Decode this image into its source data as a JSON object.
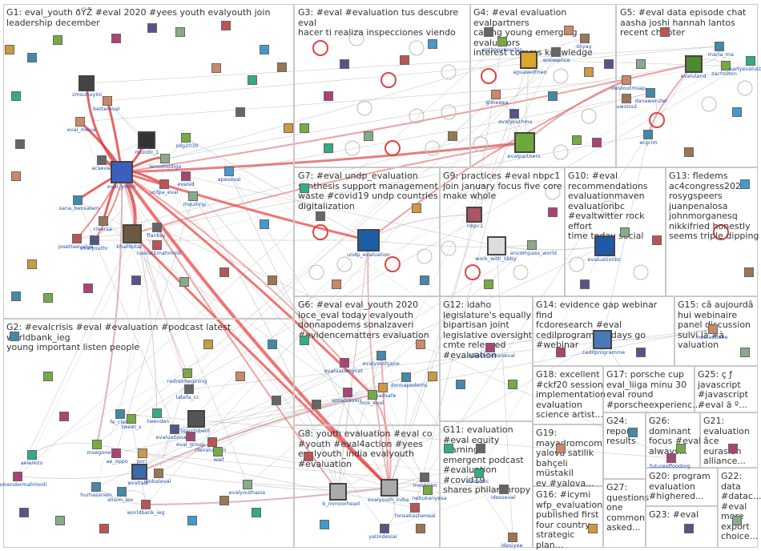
{
  "groups": [
    {
      "id": "g1",
      "label": "G1: eval_youth ðŸŽ #eval 2020 #yees youth evalyouth join\nleadership december"
    },
    {
      "id": "g2",
      "label": "G2: #evalcrisis #eval #evaluation #podcast latest worldbank_ieg\nyoung important listen people"
    },
    {
      "id": "g3",
      "label": "G3: #eval #evaluation tus descubre eval\nhacer ti realiza inspecciones viendo"
    },
    {
      "id": "g4",
      "label": "G4: #eval evaluation evalpartners\ncalling young emerging evaluators\ninterest comms knowledge"
    },
    {
      "id": "g5",
      "label": "G5: #eval data episode chat\naasha joshi hannah lantos\nrecent chapter"
    },
    {
      "id": "g6",
      "label": "G6: #eval eval_youth 2020\nioce_eval today evalyouth\ndonnapodems sonalzaveri\n#evidencematters evaluation"
    },
    {
      "id": "g7",
      "label": "G7: #eval undp_evaluation\nsynthesis support management\nwaste #covid19 undp countries\ndigitalization"
    },
    {
      "id": "g8",
      "label": "G8: youth evaluation #eval co\n#youth #eval4action #yees\nevalyouth_india evalyouth\n#evaluation"
    },
    {
      "id": "g9",
      "label": "G9: practices #eval nbpc1\njoin january focus five core\nmake whole"
    },
    {
      "id": "g10",
      "label": "G10: #eval\nrecommendations\nevaluationmaven\nevaluationbc\n#evaltwitter rock effort\ntime today social"
    },
    {
      "id": "g11",
      "label": "G11: evaluation\n#eval equity learning\nemergent podcast\n#evaluation #covid19\nshares philanthropy"
    },
    {
      "id": "g12",
      "label": "G12: idaho\nlegislature's equally\nbipartisan joint\nlegislative oversight\ncmte released\n#evaluation"
    },
    {
      "id": "g13",
      "label": "G13: fledems\nac4congress2020\nrosygspeers\njuanpenalosa\njohnmorganesq\nnikkifried honestly\nseems triple dipping"
    },
    {
      "id": "g14",
      "label": "G14: evidence gap webinar find\nfcdoresearch #eval\ncedilprogramme days go\n#webinar"
    },
    {
      "id": "g15",
      "label": "G15: câ aujourdâ\nhui webinaire\npanel discussion\nsuivi là #à\nvaluation"
    },
    {
      "id": "g16",
      "label": "G16: #icymi\nwfp_evaluation\npublished first\nfour country\nstrategic plan..."
    },
    {
      "id": "g17",
      "label": "G17: porsche cup\neval_liiga minu 30\neval round\n#porscheexperienc..."
    },
    {
      "id": "g18",
      "label": "G18: excellent\n#ckf20 session\nimplementation\nevaluation\nscience artist..."
    },
    {
      "id": "g19",
      "label": "G19:\nmayadromcom\nyalova satilik\nbahçeli müstakil\nev #yalova..."
    },
    {
      "id": "g20",
      "label": "G20: program\nevaluation\n#highered..."
    },
    {
      "id": "g21",
      "label": "G21:\nevaluation\nâce eurasian\nalliance..."
    },
    {
      "id": "g22",
      "label": "G22:\ndata\n#datac...\n#eval\nmore\nexport\nchoice..."
    },
    {
      "id": "g23",
      "label": "G23: #eval"
    },
    {
      "id": "g24",
      "label": "G24:\nreport\nresults"
    },
    {
      "id": "g25",
      "label": "G25: ç ƒ\njavascript\n#javascript\n#eval ã º..."
    },
    {
      "id": "g26",
      "label": "G26:\ndominant\nfocus #eval\nalways..."
    },
    {
      "id": "g27",
      "label": "G27:\nquestions\none\ncommon\nasked..."
    }
  ],
  "nodes": {
    "g1": [
      "zmsuhuyini",
      "bettereval",
      "eval_mena",
      "acseval",
      "eval_youth",
      "mulobi_1",
      "lennonodige",
      "sdg2030",
      "unfpa_eval",
      "evalsd",
      "mquinnp",
      "apeseval",
      "sana_bensalem",
      "clearsa",
      "khalilbitar",
      "flanksy",
      "nasrat1mahmodi",
      "josetteevalua",
      "evalyouthr"
    ],
    "g2": [
      "redrelmegining",
      "latefa_cc",
      "twenden",
      "evaluationafd",
      "tgarchibeld",
      "eval_group",
      "rfevaluation",
      "msegone",
      "ae_oppo",
      "evaltalk",
      "globaleval",
      "wwf",
      "samendermahmodi",
      "aelerezo",
      "hurhassnein",
      "alison_lee",
      "evalyouthasia",
      "worldbank_ieg",
      "fe_cles",
      "tweet_s",
      "pori"
    ],
    "g4": [
      "anthonyteachic",
      "ennwprice",
      "oliyay",
      "aguasedfneo",
      "glmeeea",
      "evalyouthmx",
      "evalpartners"
    ],
    "g5": [
      "uwstoutmsap",
      "uwstout",
      "danawenzler",
      "evaluland",
      "zachtilton",
      "maria_ma",
      "earlyevalustion",
      "ecgrim"
    ],
    "g6": [
      "evalyouthjane",
      "evaluationycat",
      "donnapodems",
      "broadsafe",
      "sonalzaveri",
      "ioce_eval"
    ],
    "g7": [
      "undp_evaluation"
    ],
    "g8": [
      "b_mmoorhead",
      "evalyouth_india",
      "mocktiim",
      "nebukanyesa",
      "fonsekasheneal",
      "yatindesiai"
    ],
    "g9": [
      "nbpc1",
      "work_with_libby",
      "encompass_world"
    ],
    "g10": [
      "evaluationbc"
    ],
    "g11": [
      "sinclerkc",
      "idesseval"
    ],
    "g12": [
      "rekeshmohaneval"
    ],
    "g14": [
      "cedilprogramme"
    ],
    "g15": [
      "neelaetiene"
    ],
    "g16": [
      "idesiyee"
    ],
    "g26": [
      "futureoffoodorg"
    ]
  }
}
